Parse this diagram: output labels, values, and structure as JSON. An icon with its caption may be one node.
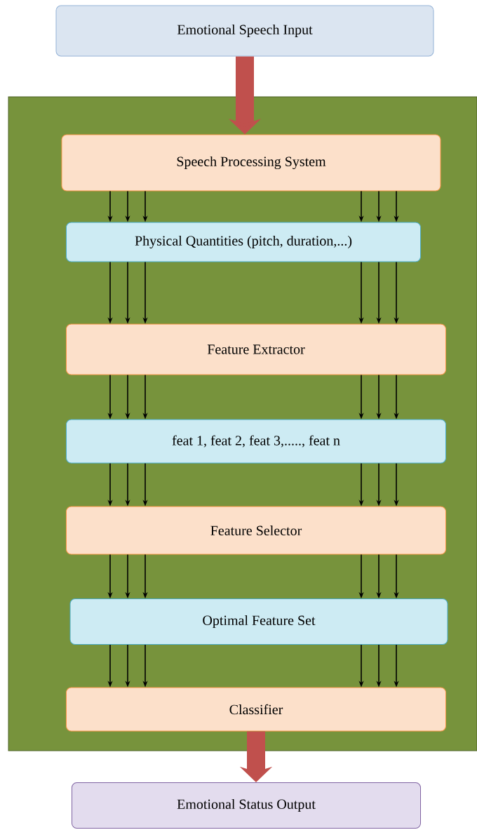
{
  "diagram": {
    "nodes": [
      {
        "text": [
          "Emotional Speech Input"
        ]
      },
      {
        "text": [],
        "shape": "box"
      },
      {
        "text": [
          "Speech Processing System"
        ],
        "in": 1
      },
      {
        "text": [
          "Physical Quantities (pitch, duration,...)"
        ],
        "in": 1
      },
      {
        "text": [
          "Feature Extractor"
        ],
        "in": 1
      },
      {
        "text": [
          "feat 1, feat 2, feat 3,....., feat n"
        ],
        "in": 1
      },
      {
        "text": [
          "Feature Selector"
        ],
        "in": 1
      },
      {
        "text": [
          "Optimal Feature Set"
        ],
        "in": 1
      },
      {
        "text": [
          "Classifier"
        ],
        "in": 1
      },
      {
        "text": [
          "Emotional Status Output"
        ]
      }
    ],
    "edges": [
      {
        "from": 0,
        "to": 2,
        "arrow": "to",
        "style": "thick",
        "color": "#c0504d"
      },
      {
        "from": 2,
        "to": 3,
        "arrow": "to"
      },
      {
        "from": 2,
        "to": 3,
        "arrow": "to"
      },
      {
        "from": 2,
        "to": 3,
        "arrow": "to"
      },
      {
        "from": 2,
        "to": 3,
        "arrow": "to"
      },
      {
        "from": 2,
        "to": 3,
        "arrow": "to"
      },
      {
        "from": 2,
        "to": 3,
        "arrow": "to"
      },
      {
        "from": 3,
        "to": 4,
        "arrow": "to"
      },
      {
        "from": 3,
        "to": 4,
        "arrow": "to"
      },
      {
        "from": 3,
        "to": 4,
        "arrow": "to"
      },
      {
        "from": 3,
        "to": 4,
        "arrow": "to"
      },
      {
        "from": 3,
        "to": 4,
        "arrow": "to"
      },
      {
        "from": 3,
        "to": 4,
        "arrow": "to"
      },
      {
        "from": 4,
        "to": 5,
        "arrow": "to"
      },
      {
        "from": 4,
        "to": 5,
        "arrow": "to"
      },
      {
        "from": 4,
        "to": 5,
        "arrow": "to"
      },
      {
        "from": 4,
        "to": 5,
        "arrow": "to"
      },
      {
        "from": 4,
        "to": 5,
        "arrow": "to"
      },
      {
        "from": 4,
        "to": 5,
        "arrow": "to"
      },
      {
        "from": 5,
        "to": 6,
        "arrow": "to"
      },
      {
        "from": 5,
        "to": 6,
        "arrow": "to"
      },
      {
        "from": 5,
        "to": 6,
        "arrow": "to"
      },
      {
        "from": 5,
        "to": 6,
        "arrow": "to"
      },
      {
        "from": 5,
        "to": 6,
        "arrow": "to"
      },
      {
        "from": 5,
        "to": 6,
        "arrow": "to"
      },
      {
        "from": 6,
        "to": 7,
        "arrow": "to"
      },
      {
        "from": 6,
        "to": 7,
        "arrow": "to"
      },
      {
        "from": 6,
        "to": 7,
        "arrow": "to"
      },
      {
        "from": 6,
        "to": 7,
        "arrow": "to"
      },
      {
        "from": 6,
        "to": 7,
        "arrow": "to"
      },
      {
        "from": 6,
        "to": 7,
        "arrow": "to"
      },
      {
        "from": 7,
        "to": 8,
        "arrow": "to"
      },
      {
        "from": 7,
        "to": 8,
        "arrow": "to"
      },
      {
        "from": 7,
        "to": 8,
        "arrow": "to"
      },
      {
        "from": 7,
        "to": 8,
        "arrow": "to"
      },
      {
        "from": 7,
        "to": 8,
        "arrow": "to"
      },
      {
        "from": 7,
        "to": 8,
        "arrow": "to"
      },
      {
        "from": 8,
        "to": 9,
        "arrow": "to",
        "style": "thick",
        "color": "#c0504d"
      }
    ]
  }
}
